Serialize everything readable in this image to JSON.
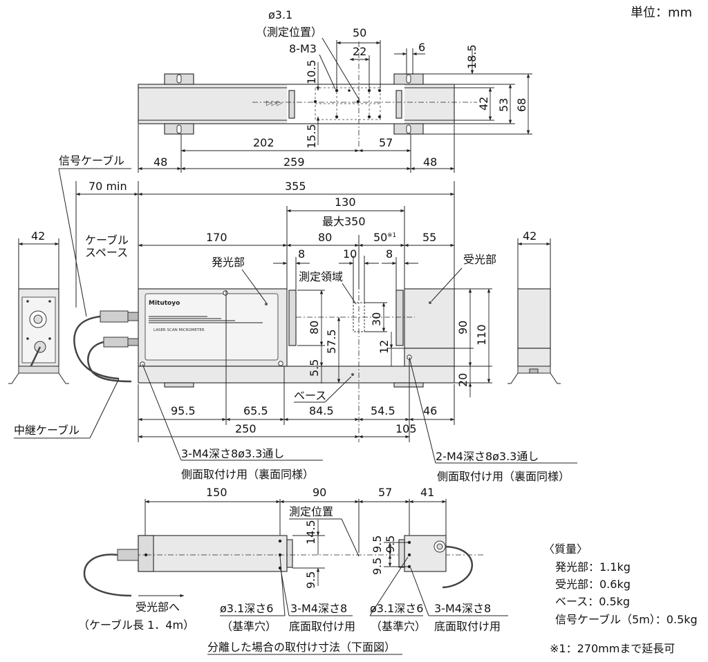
{
  "unit": "単位：mm",
  "top_view": {
    "phi": "ø3.1",
    "measure_pos": "（測定位置）",
    "m3": "8-M3",
    "d50": "50",
    "d22": "22",
    "d6": "6",
    "d18_5": "18.5",
    "d10_5": "10.5",
    "d15_5": "15.5",
    "d42": "42",
    "d53": "53",
    "d68": "68",
    "d202": "202",
    "d57": "57",
    "d48a": "48",
    "d259": "259",
    "d48b": "48"
  },
  "front_view": {
    "signal_cable": "信号ケーブル",
    "d70min": "70  min",
    "d355": "355",
    "d130": "130",
    "max350": "最大350",
    "cable_space_1": "ケーブル",
    "cable_space_2": "スペース",
    "d170": "170",
    "d80": "80",
    "d50": "50",
    "note_mark": "※1",
    "d55": "55",
    "d42l": "42",
    "d42r": "42",
    "emitter": "発光部",
    "receiver": "受光部",
    "d8a": "8",
    "d10": "10",
    "d8b": "8",
    "measure_area": "測定領域",
    "d30": "30",
    "d80v": "80",
    "d57_5": "57.5",
    "d5_5": "5.5",
    "d12": "12",
    "d90": "90",
    "d110": "110",
    "d20": "20",
    "base": "ベース",
    "relay_cable": "中継ケーブル",
    "d95_5": "95.5",
    "d65_5": "65.5",
    "d84_5": "84.5",
    "d54_5": "54.5",
    "d46": "46",
    "d250": "250",
    "d105": "105",
    "m4_left": "3-M4深さ8ø3.3通し",
    "side_mount_left": "側面取付け用（裏面同様）",
    "m4_right": "2-M4深さ8ø3.3通し",
    "side_mount_right": "側面取付け用（裏面同様）",
    "logo": "Mitutoyo",
    "product": "LASER SCAN MICROMETER"
  },
  "bottom_view": {
    "d150": "150",
    "d90": "90",
    "d57": "57",
    "d41": "41",
    "measure_pos": "測定位置",
    "d14_5": "14.5",
    "d9_5a": "9.5",
    "d9_5b": "9.5",
    "d9_5c": "9.5",
    "d9_5d": "9.5",
    "to_receiver": "受光部へ",
    "cable_len": "（ケーブル長 1．4m）",
    "hole_left": "ø3.1深さ6",
    "ref_left": "（基準穴）",
    "m4_left": "3-M4深さ8",
    "bottom_mount_left": "底面取付け用",
    "hole_right": "ø3.1深さ6",
    "ref_right": "（基準穴）",
    "m4_right": "3-M4深さ8",
    "bottom_mount_right": "底面取付け用",
    "caption": "分離した場合の取付け寸法（下面図）"
  },
  "mass": {
    "title": "〈質量〉",
    "items": [
      "発光部：1.1kg",
      "受光部：0.6kg",
      "ベース：0.5kg",
      "信号ケーブル（5m）：0.5kg"
    ]
  },
  "footnote": "※1：270mmまで延長可"
}
